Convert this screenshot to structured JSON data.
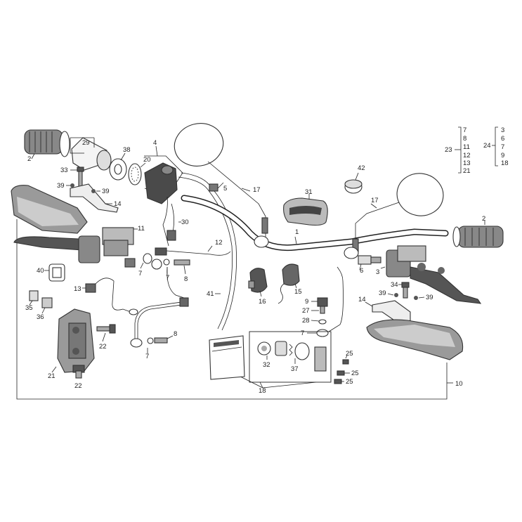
{
  "callouts": {
    "c1": "1",
    "c2a": "2",
    "c2b": "2",
    "c3": "3",
    "c4": "4",
    "c5": "5",
    "c6": "6",
    "c7a": "7",
    "c7b": "7",
    "c7c": "7",
    "c7d": "7",
    "c8a": "8",
    "c8b": "8",
    "c9": "9",
    "c10": "10",
    "c11": "11",
    "c12": "12",
    "c13": "13",
    "c14a": "14",
    "c14b": "14",
    "c15": "15",
    "c16": "16",
    "c17a": "17",
    "c17b": "17",
    "c18": "18",
    "c20": "20",
    "c21": "21",
    "c22a": "22",
    "c22b": "22",
    "c25a": "25",
    "c25b": "25",
    "c25c": "25",
    "c27": "27",
    "c28": "28",
    "c29": "29",
    "c30": "30",
    "c31": "31",
    "c32": "32",
    "c33": "33",
    "c34": "34",
    "c35": "35",
    "c36": "36",
    "c37": "37",
    "c38": "38",
    "c39a": "39",
    "c39b": "39",
    "c39c": "39",
    "c39d": "39",
    "c40": "40",
    "c41": "41",
    "c42": "42"
  },
  "kits": {
    "kit23": {
      "label": "23",
      "items": [
        "7",
        "8",
        "11",
        "12",
        "13",
        "21"
      ]
    },
    "kit24": {
      "label": "24",
      "items": [
        "3",
        "6",
        "7",
        "9",
        "18"
      ]
    }
  },
  "colors": {
    "line": "#222222",
    "part_fill": "#eeeeee",
    "dark": "#3a3a3a"
  }
}
